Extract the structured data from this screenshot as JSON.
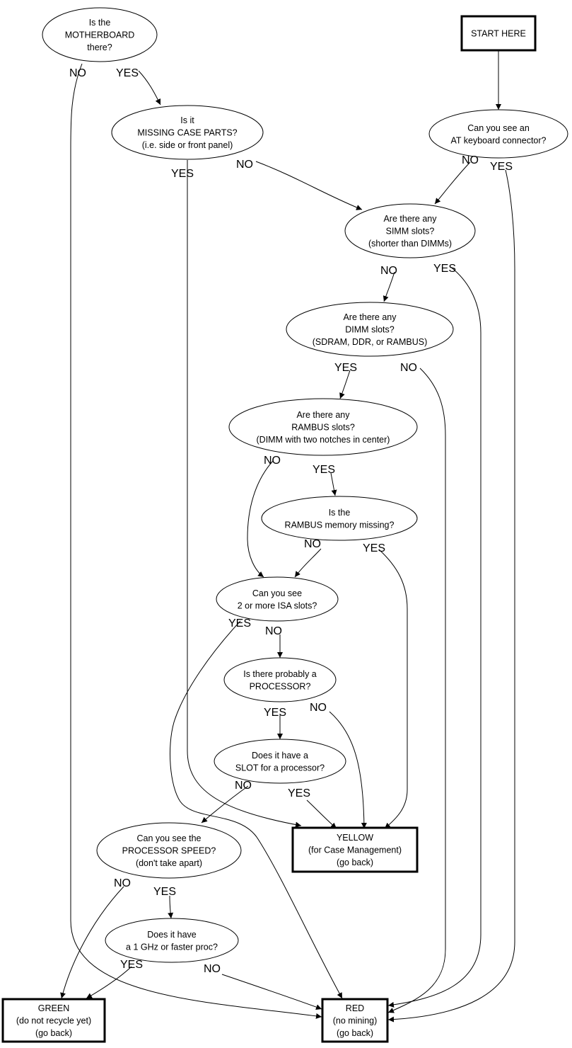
{
  "title": "Motherboard recycling decision flowchart",
  "nodes": {
    "start": {
      "shape": "box",
      "lines": [
        "START HERE"
      ]
    },
    "motherboard": {
      "shape": "ellipse",
      "lines": [
        "Is the",
        "MOTHERBOARD",
        "there?"
      ]
    },
    "case_parts": {
      "shape": "ellipse",
      "lines": [
        "Is it",
        "MISSING CASE PARTS?",
        "(i.e. side or front panel)"
      ]
    },
    "at_keyboard": {
      "shape": "ellipse",
      "lines": [
        "Can you see an",
        "AT keyboard connector?"
      ]
    },
    "simm": {
      "shape": "ellipse",
      "lines": [
        "Are there any",
        "SIMM slots?",
        "(shorter than DIMMs)"
      ]
    },
    "dimm": {
      "shape": "ellipse",
      "lines": [
        "Are there any",
        "DIMM slots?",
        "(SDRAM, DDR, or RAMBUS)"
      ]
    },
    "rambus_slots": {
      "shape": "ellipse",
      "lines": [
        "Are there any",
        "RAMBUS slots?",
        "(DIMM with two notches in center)"
      ]
    },
    "rambus_missing": {
      "shape": "ellipse",
      "lines": [
        "Is the",
        "RAMBUS memory missing?"
      ]
    },
    "isa": {
      "shape": "ellipse",
      "lines": [
        "Can you see",
        "2 or more ISA slots?"
      ]
    },
    "processor": {
      "shape": "ellipse",
      "lines": [
        "Is there probably a",
        "PROCESSOR?"
      ]
    },
    "slot": {
      "shape": "ellipse",
      "lines": [
        "Does it have a",
        "SLOT for a processor?"
      ]
    },
    "speed": {
      "shape": "ellipse",
      "lines": [
        "Can you see the",
        "PROCESSOR SPEED?",
        "(don't take apart)"
      ]
    },
    "ghz": {
      "shape": "ellipse",
      "lines": [
        "Does it have",
        "a 1 GHz or faster proc?"
      ]
    },
    "yellow": {
      "shape": "box-bold",
      "lines": [
        "YELLOW",
        "(for Case Management)",
        "(go back)"
      ]
    },
    "green": {
      "shape": "box-bold",
      "lines": [
        "GREEN",
        "(do not recycle yet)",
        "(go back)"
      ]
    },
    "red": {
      "shape": "box-bold",
      "lines": [
        "RED",
        "(no mining)",
        "(go back)"
      ]
    }
  },
  "edges": [
    {
      "from": "start",
      "to": "at_keyboard",
      "label": ""
    },
    {
      "from": "motherboard",
      "to": "case_parts",
      "label": "YES"
    },
    {
      "from": "motherboard",
      "to": "red",
      "label": "NO"
    },
    {
      "from": "case_parts",
      "to": "yellow",
      "label": "YES"
    },
    {
      "from": "case_parts",
      "to": "simm",
      "label": "NO"
    },
    {
      "from": "at_keyboard",
      "to": "simm",
      "label": "NO"
    },
    {
      "from": "at_keyboard",
      "to": "red",
      "label": "YES"
    },
    {
      "from": "simm",
      "to": "dimm",
      "label": "NO"
    },
    {
      "from": "simm",
      "to": "red",
      "label": "YES"
    },
    {
      "from": "dimm",
      "to": "rambus_slots",
      "label": "YES"
    },
    {
      "from": "dimm",
      "to": "red",
      "label": "NO"
    },
    {
      "from": "rambus_slots",
      "to": "isa",
      "label": "NO"
    },
    {
      "from": "rambus_slots",
      "to": "rambus_missing",
      "label": "YES"
    },
    {
      "from": "rambus_missing",
      "to": "isa",
      "label": "NO"
    },
    {
      "from": "rambus_missing",
      "to": "yellow",
      "label": "YES"
    },
    {
      "from": "isa",
      "to": "red",
      "label": "YES"
    },
    {
      "from": "isa",
      "to": "processor",
      "label": "NO"
    },
    {
      "from": "processor",
      "to": "slot",
      "label": "YES"
    },
    {
      "from": "processor",
      "to": "yellow",
      "label": "NO"
    },
    {
      "from": "slot",
      "to": "speed",
      "label": "NO"
    },
    {
      "from": "slot",
      "to": "yellow",
      "label": "YES"
    },
    {
      "from": "speed",
      "to": "green",
      "label": "NO"
    },
    {
      "from": "speed",
      "to": "ghz",
      "label": "YES"
    },
    {
      "from": "ghz",
      "to": "green",
      "label": "YES"
    },
    {
      "from": "ghz",
      "to": "red",
      "label": "NO"
    }
  ]
}
